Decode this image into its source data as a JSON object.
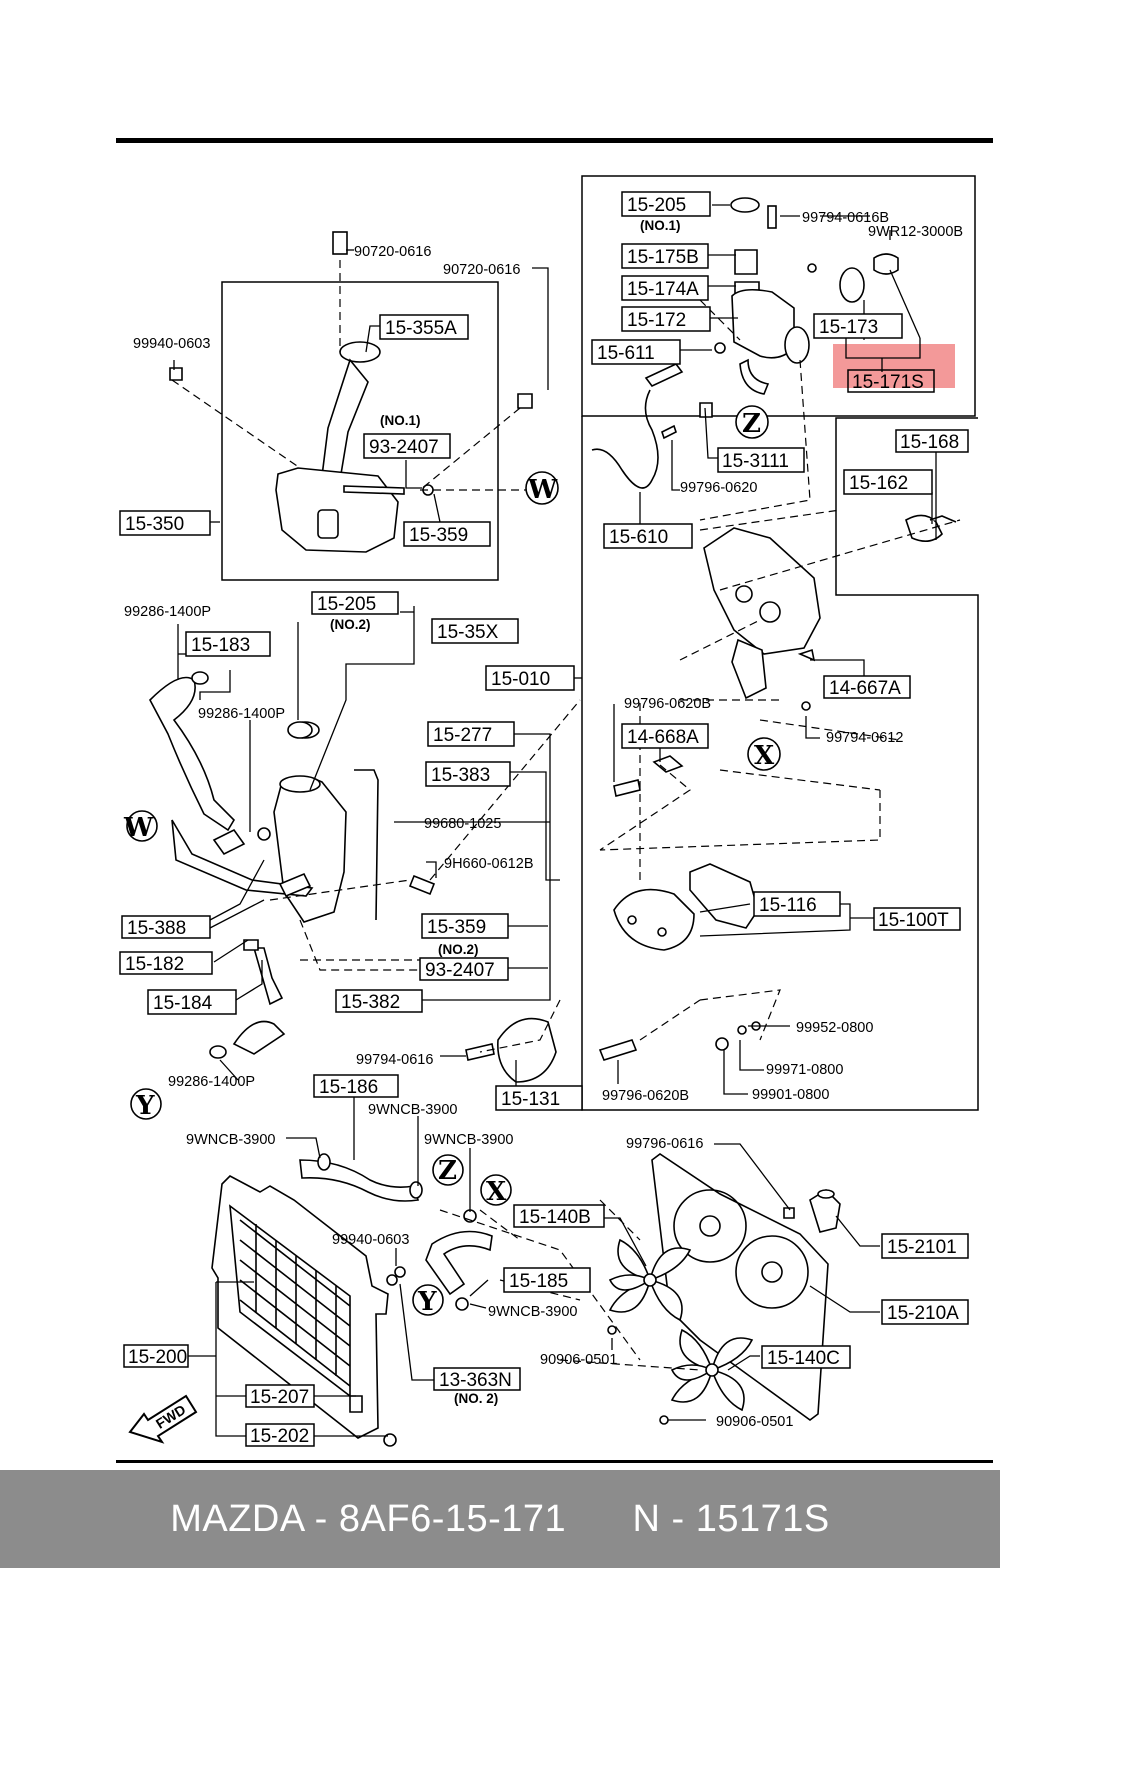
{
  "labels": {
    "l15_205a": "15-205",
    "l15_205a_no": "(NO.1)",
    "l99794_0616b": "99794-0616B",
    "l9wr12": "9WR12-3000B",
    "l15_175b": "15-175B",
    "l15_174a": "15-174A",
    "l15_172": "15-172",
    "l15_173": "15-173",
    "l15_611": "15-611",
    "l15_171s": "15-171S",
    "lz_mark": "Z",
    "l15_3111": "15-3111",
    "l99796_0620": "99796-0620",
    "l15_610": "15-610",
    "l15_168": "15-168",
    "l15_162": "15-162",
    "l90720_0616a": "90720-0616",
    "l90720_0616b": "90720-0616",
    "l99940_0603a": "99940-0603",
    "l15_355a": "15-355A",
    "l_no1": "(NO.1)",
    "l93_2407a": "93-2407",
    "lw_mark_a": "W",
    "l15_350": "15-350",
    "l15_359a": "15-359",
    "l99286_1400p_a": "99286-1400P",
    "l15_205b": "15-205",
    "l_no2a": "(NO.2)",
    "l15_35x": "15-35X",
    "l15_183": "15-183",
    "l15_010": "15-010",
    "l99286_1400p_b": "99286-1400P",
    "l15_277": "15-277",
    "l99796_0620b_a": "99796-0620B",
    "l14_667a": "14-667A",
    "l14_668a": "14-668A",
    "l99794_0612": "99794-0612",
    "lx_mark_a": "X",
    "l15_383": "15-383",
    "lw_mark_b": "W",
    "l99680_1025": "99680-1025",
    "l9h660": "9H660-0612B",
    "l15_388": "15-388",
    "l15_359b": "15-359",
    "l_no2b": "(NO.2)",
    "l15_116": "15-116",
    "l15_100t": "15-100T",
    "l15_182": "15-182",
    "l93_2407b": "93-2407",
    "l15_184": "15-184",
    "l15_382": "15-382",
    "l99952_0800": "99952-0800",
    "l99794_0616c": "99794-0616",
    "l99971_0800": "99971-0800",
    "l99286_1400p_c": "99286-1400P",
    "l15_131": "15-131",
    "l99796_0620b_b": "99796-0620B",
    "l99901_0800": "99901-0800",
    "ly_mark_a": "Y",
    "l15_186": "15-186",
    "l9wncb_a": "9WNCB-3900",
    "l9wncb_b": "9WNCB-3900",
    "l9wncb_c": "9WNCB-3900",
    "l99796_0616": "99796-0616",
    "lz_mark_b": "Z",
    "lx_mark_b": "X",
    "l15_140b": "15-140B",
    "l99940_0603b": "99940-0603",
    "l15_2101": "15-2101",
    "l15_185": "15-185",
    "ly_mark_b": "Y",
    "l9wncb_d": "9WNCB-3900",
    "l15_210a": "15-210A",
    "l90906_0501a": "90906-0501",
    "l15_140c": "15-140C",
    "l15_200": "15-200",
    "l13_363n": "13-363N",
    "l_no2c": "(NO. 2)",
    "l15_207": "15-207",
    "l15_202": "15-202",
    "l90906_0501b": "90906-0501",
    "l_fwd": "FWD"
  },
  "highlight_color": "#f08080",
  "footer": {
    "left": "MAZDA - 8AF6-15-171",
    "right": "N - 15171S",
    "background": "#8c8c8c"
  }
}
